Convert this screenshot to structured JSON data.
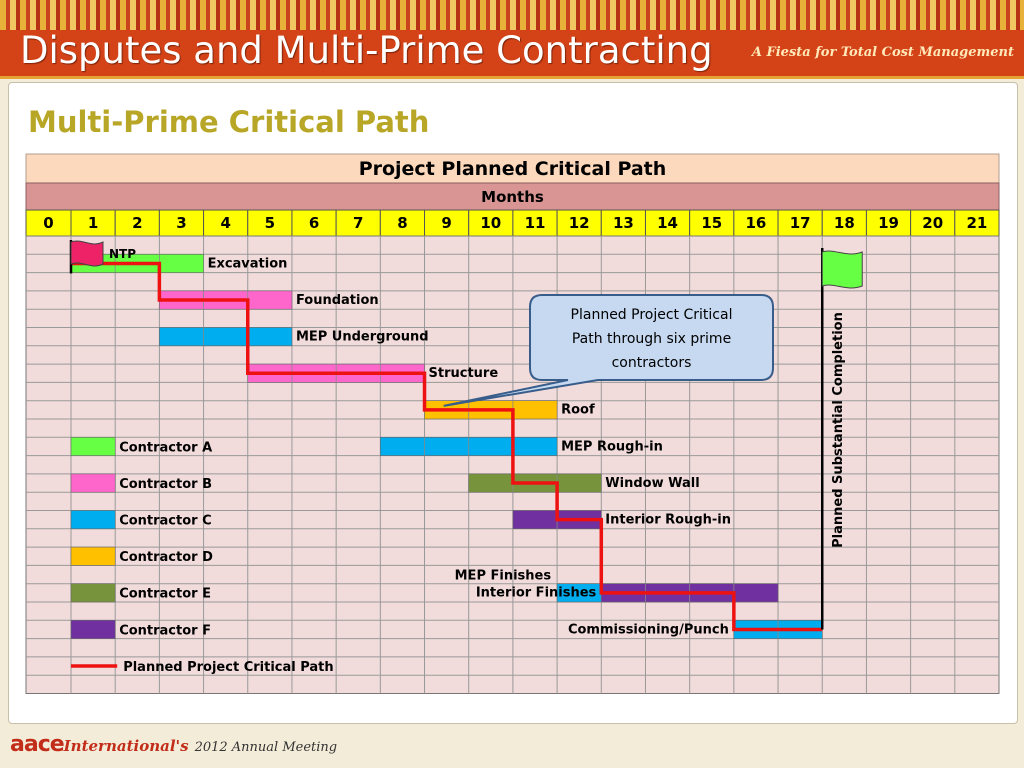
{
  "header": {
    "title": "Disputes and Multi-Prime Contracting",
    "tagline": "A Fiesta for Total Cost Management"
  },
  "slide": {
    "subtitle": "Multi-Prime Critical Path"
  },
  "footer": {
    "logo": "aace",
    "org": "International's",
    "meeting": "2012 Annual Meeting"
  },
  "colors": {
    "contractor_a": "#66ff44",
    "contractor_b": "#ff66cc",
    "contractor_c": "#00aeef",
    "contractor_d": "#ffc000",
    "contractor_e": "#77933c",
    "contractor_f": "#7030a0",
    "critical_path": "#ee1111",
    "title_row_bg": "#fcd9bd",
    "months_row_bg": "#d99594",
    "month_num_bg": "#ffff00",
    "grid_bg": "#f2dcdb"
  },
  "chart_data": {
    "type": "gantt",
    "title": "Project Planned Critical Path",
    "months_label": "Months",
    "months": [
      "0",
      "1",
      "2",
      "3",
      "4",
      "5",
      "6",
      "7",
      "8",
      "9",
      "10",
      "11",
      "12",
      "13",
      "14",
      "15",
      "16",
      "17",
      "18",
      "19",
      "20",
      "21"
    ],
    "tasks": [
      {
        "name": "Excavation",
        "contractor": "A",
        "start": 1,
        "end": 4
      },
      {
        "name": "Foundation",
        "contractor": "B",
        "start": 3,
        "end": 6
      },
      {
        "name": "MEP Underground",
        "contractor": "C",
        "start": 3,
        "end": 6
      },
      {
        "name": "Structure",
        "contractor": "B",
        "start": 5,
        "end": 9
      },
      {
        "name": "Roof",
        "contractor": "D",
        "start": 9,
        "end": 12
      },
      {
        "name": "MEP Rough-in",
        "contractor": "C",
        "start": 8,
        "end": 12
      },
      {
        "name": "Window Wall",
        "contractor": "E",
        "start": 10,
        "end": 13
      },
      {
        "name": "Interior Rough-in",
        "contractor": "F",
        "start": 11,
        "end": 13
      },
      {
        "name": "MEP Finishes",
        "contractor": "C",
        "start": 12,
        "end": 16
      },
      {
        "name": "Interior Finishes",
        "contractor": "F",
        "start": 13,
        "end": 17
      },
      {
        "name": "Commissioning/Punch",
        "contractor": "C",
        "start": 16,
        "end": 18
      }
    ],
    "legend": [
      {
        "label": "Contractor A",
        "key": "contractor_a"
      },
      {
        "label": "Contractor B",
        "key": "contractor_b"
      },
      {
        "label": "Contractor C",
        "key": "contractor_c"
      },
      {
        "label": "Contractor D",
        "key": "contractor_d"
      },
      {
        "label": "Contractor E",
        "key": "contractor_e"
      },
      {
        "label": "Contractor F",
        "key": "contractor_f"
      },
      {
        "label": "Planned Project  Critical Path",
        "key": "critical_path"
      }
    ],
    "milestones": [
      {
        "label": "NTP",
        "month": 1
      },
      {
        "label": "Planned Substantial Completion",
        "month": 18
      }
    ],
    "callout": "Planned Project Critical Path through six prime contractors",
    "critical_path": [
      [
        1,
        0
      ],
      [
        3,
        0
      ],
      [
        3,
        1
      ],
      [
        5,
        1
      ],
      [
        5,
        3
      ],
      [
        9,
        3
      ],
      [
        9,
        4
      ],
      [
        11,
        4
      ],
      [
        11,
        6
      ],
      [
        12,
        6
      ],
      [
        12,
        7
      ],
      [
        13,
        7
      ],
      [
        13,
        9
      ],
      [
        16,
        9
      ],
      [
        16,
        10
      ],
      [
        18,
        10
      ]
    ]
  }
}
